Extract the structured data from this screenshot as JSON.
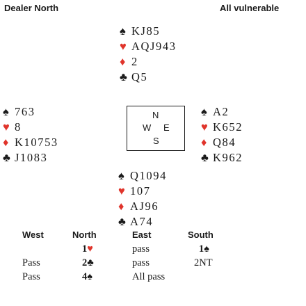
{
  "header": {
    "dealer": "Dealer North",
    "vulnerability": "All vulnerable"
  },
  "hands": {
    "north": [
      {
        "suit": "♠",
        "color": "black",
        "cards": "KJ85"
      },
      {
        "suit": "♥",
        "color": "red",
        "cards": "AQJ943"
      },
      {
        "suit": "♦",
        "color": "red",
        "cards": "2"
      },
      {
        "suit": "♣",
        "color": "black",
        "cards": "Q5"
      }
    ],
    "west": [
      {
        "suit": "♠",
        "color": "black",
        "cards": "763"
      },
      {
        "suit": "♥",
        "color": "red",
        "cards": "8"
      },
      {
        "suit": "♦",
        "color": "red",
        "cards": "K10753"
      },
      {
        "suit": "♣",
        "color": "black",
        "cards": "J1083"
      }
    ],
    "east": [
      {
        "suit": "♠",
        "color": "black",
        "cards": "A2"
      },
      {
        "suit": "♥",
        "color": "red",
        "cards": "K652"
      },
      {
        "suit": "♦",
        "color": "red",
        "cards": "Q84"
      },
      {
        "suit": "♣",
        "color": "black",
        "cards": "K962"
      }
    ],
    "south": [
      {
        "suit": "♠",
        "color": "black",
        "cards": "Q1094"
      },
      {
        "suit": "♥",
        "color": "red",
        "cards": "107"
      },
      {
        "suit": "♦",
        "color": "red",
        "cards": "AJ96"
      },
      {
        "suit": "♣",
        "color": "black",
        "cards": "A74"
      }
    ]
  },
  "compass": {
    "n": "N",
    "w": "W",
    "e": "E",
    "s": "S"
  },
  "auction": {
    "headers": [
      "West",
      "North",
      "East",
      "South"
    ],
    "rows": [
      [
        "",
        "1♥",
        "",
        ""
      ],
      [
        "Pass",
        "2♣",
        "pass",
        "1♠"
      ],
      [
        "Pass",
        "4♠",
        "pass",
        "2NT"
      ],
      [
        "",
        "",
        "All pass",
        ""
      ]
    ]
  },
  "colors": {
    "red": "#e0342b",
    "black": "#1a1a1a"
  }
}
